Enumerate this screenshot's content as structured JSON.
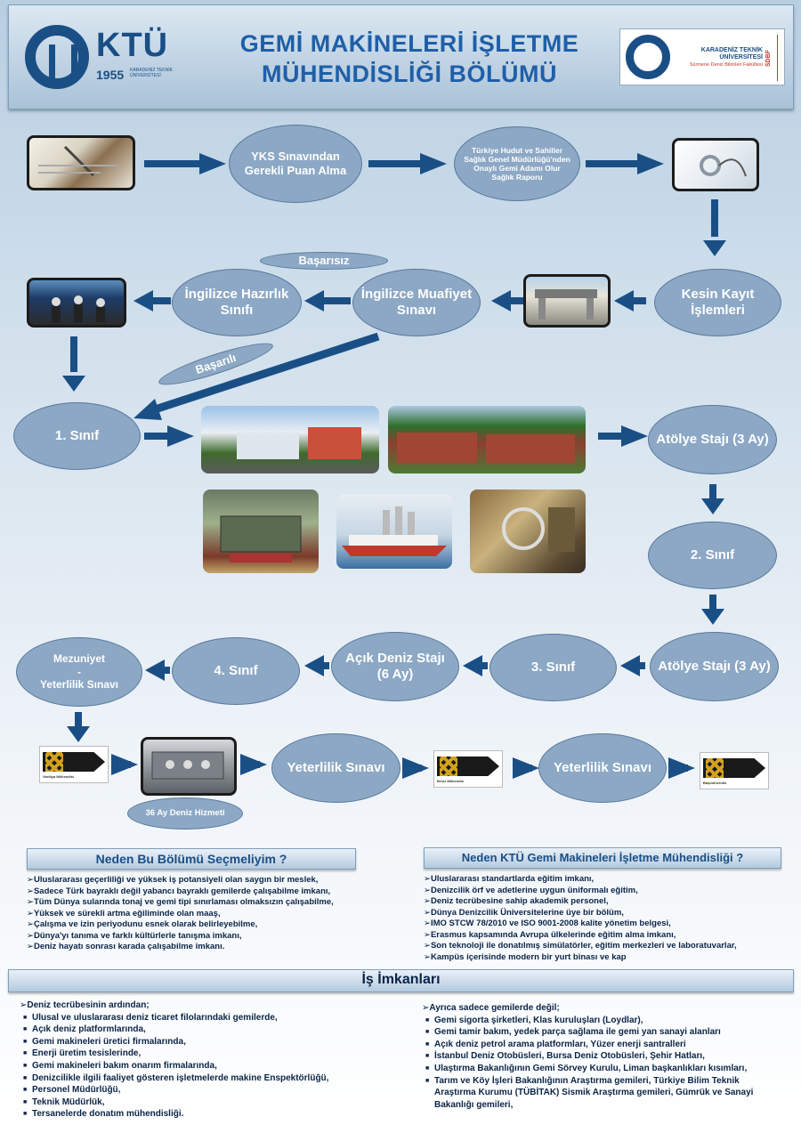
{
  "header": {
    "title_line1": "GEMİ MAKİNELERİ İŞLETME",
    "title_line2": "MÜHENDİSLİĞİ BÖLÜMÜ",
    "ktu_logo": {
      "text": "KTÜ",
      "year": "1955",
      "sub": "KARADENİZ TEKNİK ÜNİVERSİTESİ"
    },
    "sdbf_logo": {
      "line1": "KARADENİZ TEKNİK ÜNİVERSİTESİ",
      "line2": "Sürmene Deniz Bilimleri Fakültesi",
      "abbr": "SDBF"
    }
  },
  "flow": {
    "yks": "YKS Sınavından Gerekli Puan Alma",
    "health": "Türkiye Hudut ve Sahiller Sağlık Genel Müdürlüğü'nden Onaylı Gemi Adamı Olur Sağlık Raporu",
    "kesin_kayit": "Kesin Kayıt İşlemleri",
    "muafiyet": "İngilizce Muafiyet Sınavı",
    "hazirlik": "İngilizce Hazırlık Sınıfı",
    "basarisiz": "Başarısız",
    "basarili": "Başarılı",
    "sinif1": "1. Sınıf",
    "atolye1": "Atölye Stajı (3 Ay)",
    "sinif2": "2. Sınıf",
    "atolye2": "Atölye Stajı (3 Ay)",
    "sinif3": "3. Sınıf",
    "acik_deniz": "Açık Deniz Stajı (6 Ay)",
    "sinif4": "4. Sınıf",
    "mezuniyet_l1": "Mezuniyet",
    "mezuniyet_l2": "-",
    "mezuniyet_l3": "Yeterlilik Sınavı",
    "yeterlilik1": "Yeterlilik Sınavı",
    "yeterlilik2": "Yeterlilik Sınavı",
    "deniz_hizmeti": "36 Ay Deniz Hizmeti",
    "badge1": "Vardiya Mühendisi",
    "badge2": "İkinci Mühendis",
    "badge3": "Başmühendis"
  },
  "why_dept": {
    "title": "Neden Bu Bölümü Seçmeliyim ?",
    "items": [
      "Uluslararası geçerliliği ve yüksek iş potansiyeli olan saygın bir meslek,",
      "Sadece Türk bayraklı değil yabancı bayraklı gemilerde çalışabilme imkanı,",
      "Tüm Dünya sularında tonaj ve gemi tipi sınırlaması olmaksızın çalışabilme,",
      "Yüksek ve sürekli artma eğiliminde olan maaş,",
      "Çalışma ve izin periyodunu esnek olarak belirleyebilme,",
      "Dünya'yı tanıma ve farklı kültürlerle tanışma imkanı,",
      "Deniz hayatı sonrası karada çalışabilme imkanı."
    ]
  },
  "why_ktu": {
    "title": "Neden KTÜ Gemi Makineleri İşletme Mühendisliği ?",
    "items": [
      "Uluslararası standartlarda eğitim imkanı,",
      "Denizcilik örf ve adetlerine uygun üniformalı eğitim,",
      "Deniz tecrübesine sahip akademik personel,",
      "Dünya Denizcilik Üniversitelerine üye bir bölüm,",
      "IMO STCW 78/2010 ve ISO 9001-2008 kalite yönetim belgesi,",
      "Erasmus kapsamında Avrupa ülkelerinde eğitim alma imkanı,",
      "Son teknoloji ile donatılmış simülatörler, eğitim merkezleri ve laboratuvarlar,",
      "Kampüs içerisinde modern bir yurt binası ve kap"
    ]
  },
  "jobs": {
    "title": "İş İmkanları",
    "left_intro": "Deniz tecrübesinin ardından;",
    "left_items": [
      "Ulusal ve uluslararası deniz ticaret filolarındaki gemilerde,",
      "Açık deniz platformlarında,",
      "Gemi makineleri üretici firmalarında,",
      "Enerji üretim tesislerinde,",
      "Gemi makineleri bakım onarım firmalarında,",
      "Denizcilikle ilgili faaliyet gösteren işletmelerde makine Enspektörlüğü,",
      "Personel Müdürlüğü,",
      "Teknik Müdürlük,",
      "Tersanelerde donatım mühendisliği."
    ],
    "right_intro": "Ayrıca sadece gemilerde değil;",
    "right_items": [
      "Gemi sigorta şirketleri, Klas kuruluşları (Loydlar),",
      "Gemi tamir bakım, yedek parça sağlama ile gemi yan sanayi alanları",
      "Açık deniz petrol arama platformları, Yüzer enerji santralleri",
      "İstanbul Deniz Otobüsleri, Bursa Deniz Otobüsleri, Şehir Hatları,",
      "Ulaştırma Bakanlığının Gemi Sörvey Kurulu, Liman başkanlıkları kısımları,",
      "Tarım ve Köy İşleri Bakanlığının Araştırma gemileri, Türkiye Bilim Teknik Araştırma Kurumu (TÜBİTAK) Sismik Araştırma gemileri, Gümrük ve Sanayi Bakanlığı gemileri,"
    ]
  }
}
